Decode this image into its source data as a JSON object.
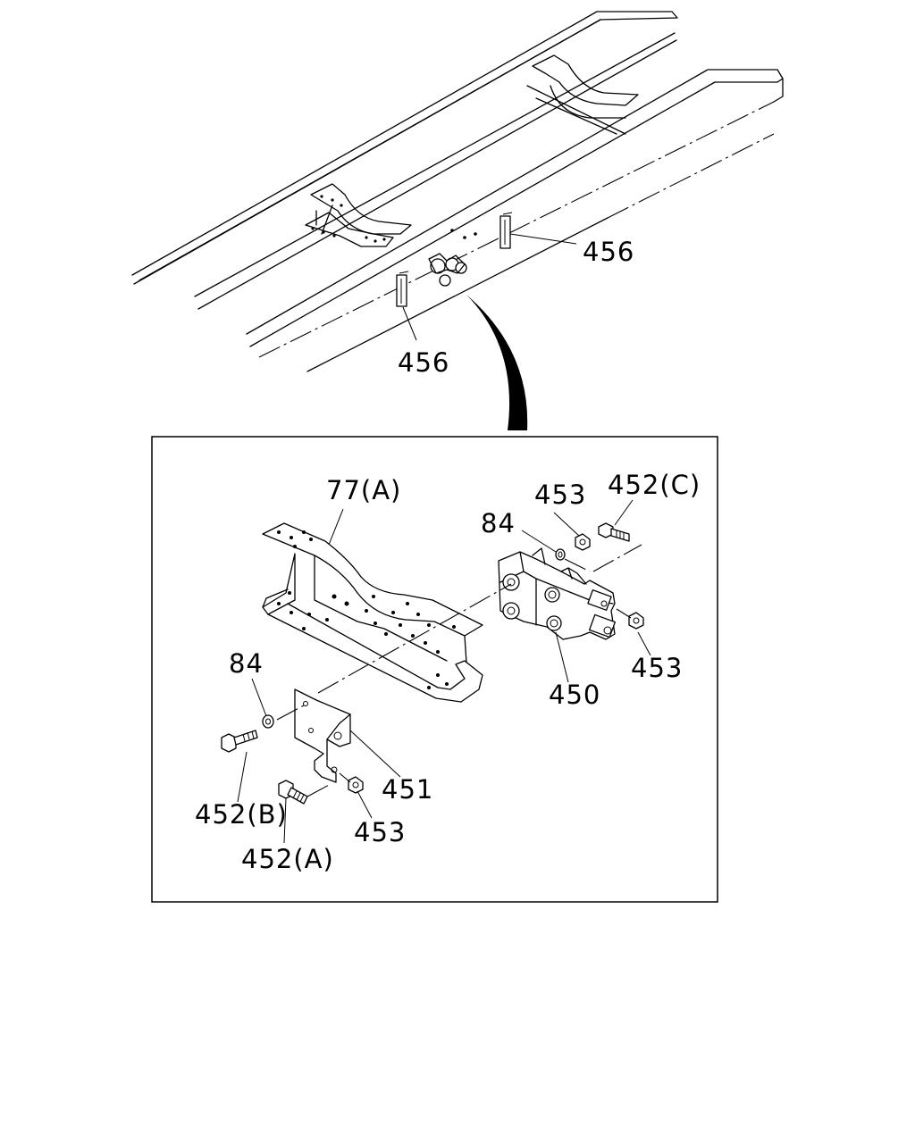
{
  "callouts": {
    "upper_456_right": "456",
    "upper_456_left": "456",
    "c77a": "77(A)",
    "c453_top": "453",
    "c452c": "452(C)",
    "c84_top": "84",
    "c453_right": "453",
    "c450": "450",
    "c84_left": "84",
    "c452b": "452(B)",
    "c451": "451",
    "c453_bottom": "453",
    "c452a": "452(A)"
  }
}
